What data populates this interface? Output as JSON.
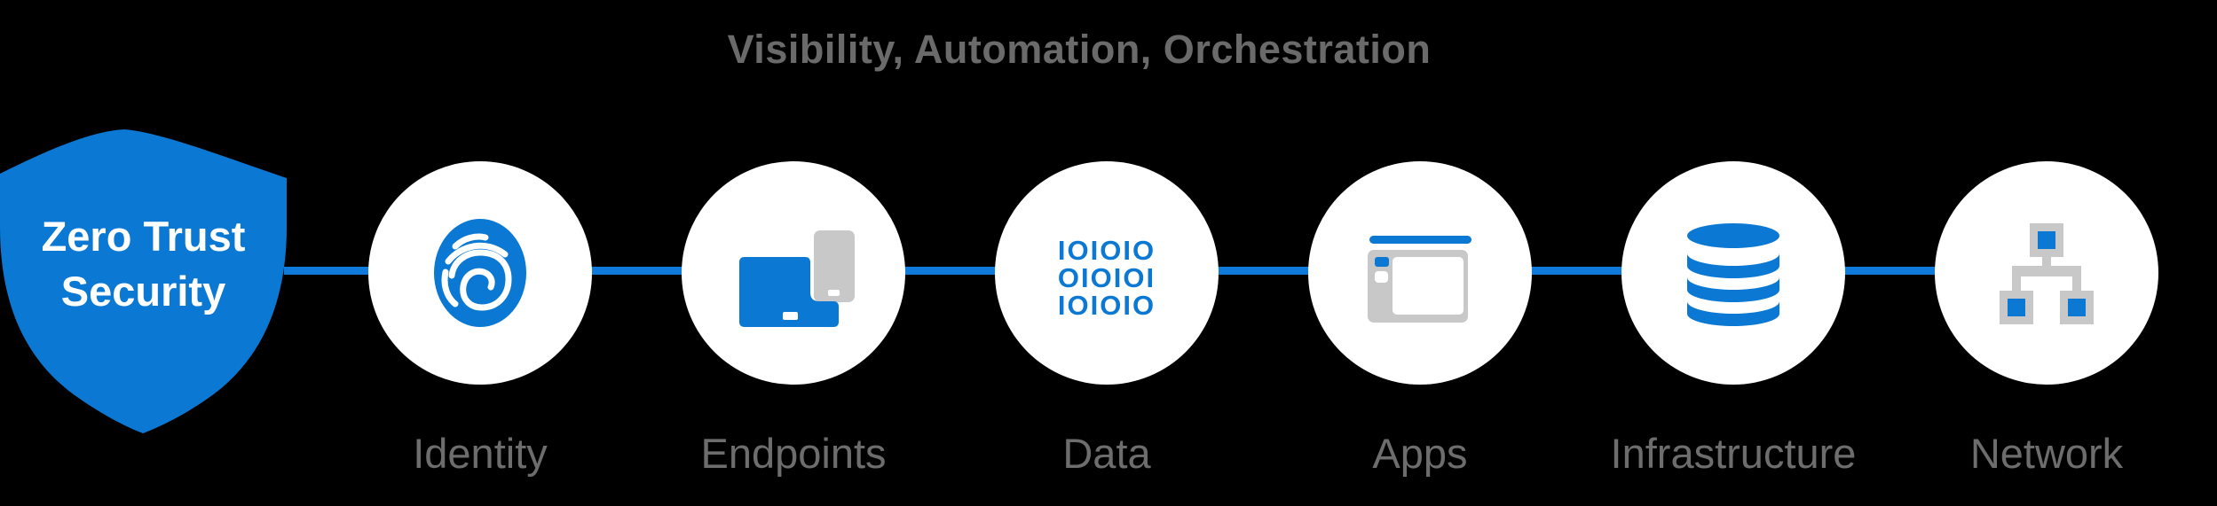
{
  "title": "Visibility, Automation, Orchestration",
  "shield": {
    "line1": "Zero Trust",
    "line2": "Security"
  },
  "nodes": [
    {
      "label": "Identity",
      "icon": "fingerprint-icon"
    },
    {
      "label": "Endpoints",
      "icon": "devices-icon"
    },
    {
      "label": "Data",
      "icon": "binary-icon",
      "icon_lines": [
        "IOIOIO",
        "OIOIOI",
        "IOIOIO"
      ]
    },
    {
      "label": "Apps",
      "icon": "app-window-icon"
    },
    {
      "label": "Infrastructure",
      "icon": "database-icon"
    },
    {
      "label": "Network",
      "icon": "network-tree-icon"
    }
  ],
  "colors": {
    "background": "#000000",
    "blue": "#0b79d4",
    "line_blue": "#0f7ad9",
    "white": "#ffffff",
    "gray_icon": "#c8c8c8",
    "title_gray": "#6a6a6a",
    "label_gray": "#6d6d6d"
  }
}
